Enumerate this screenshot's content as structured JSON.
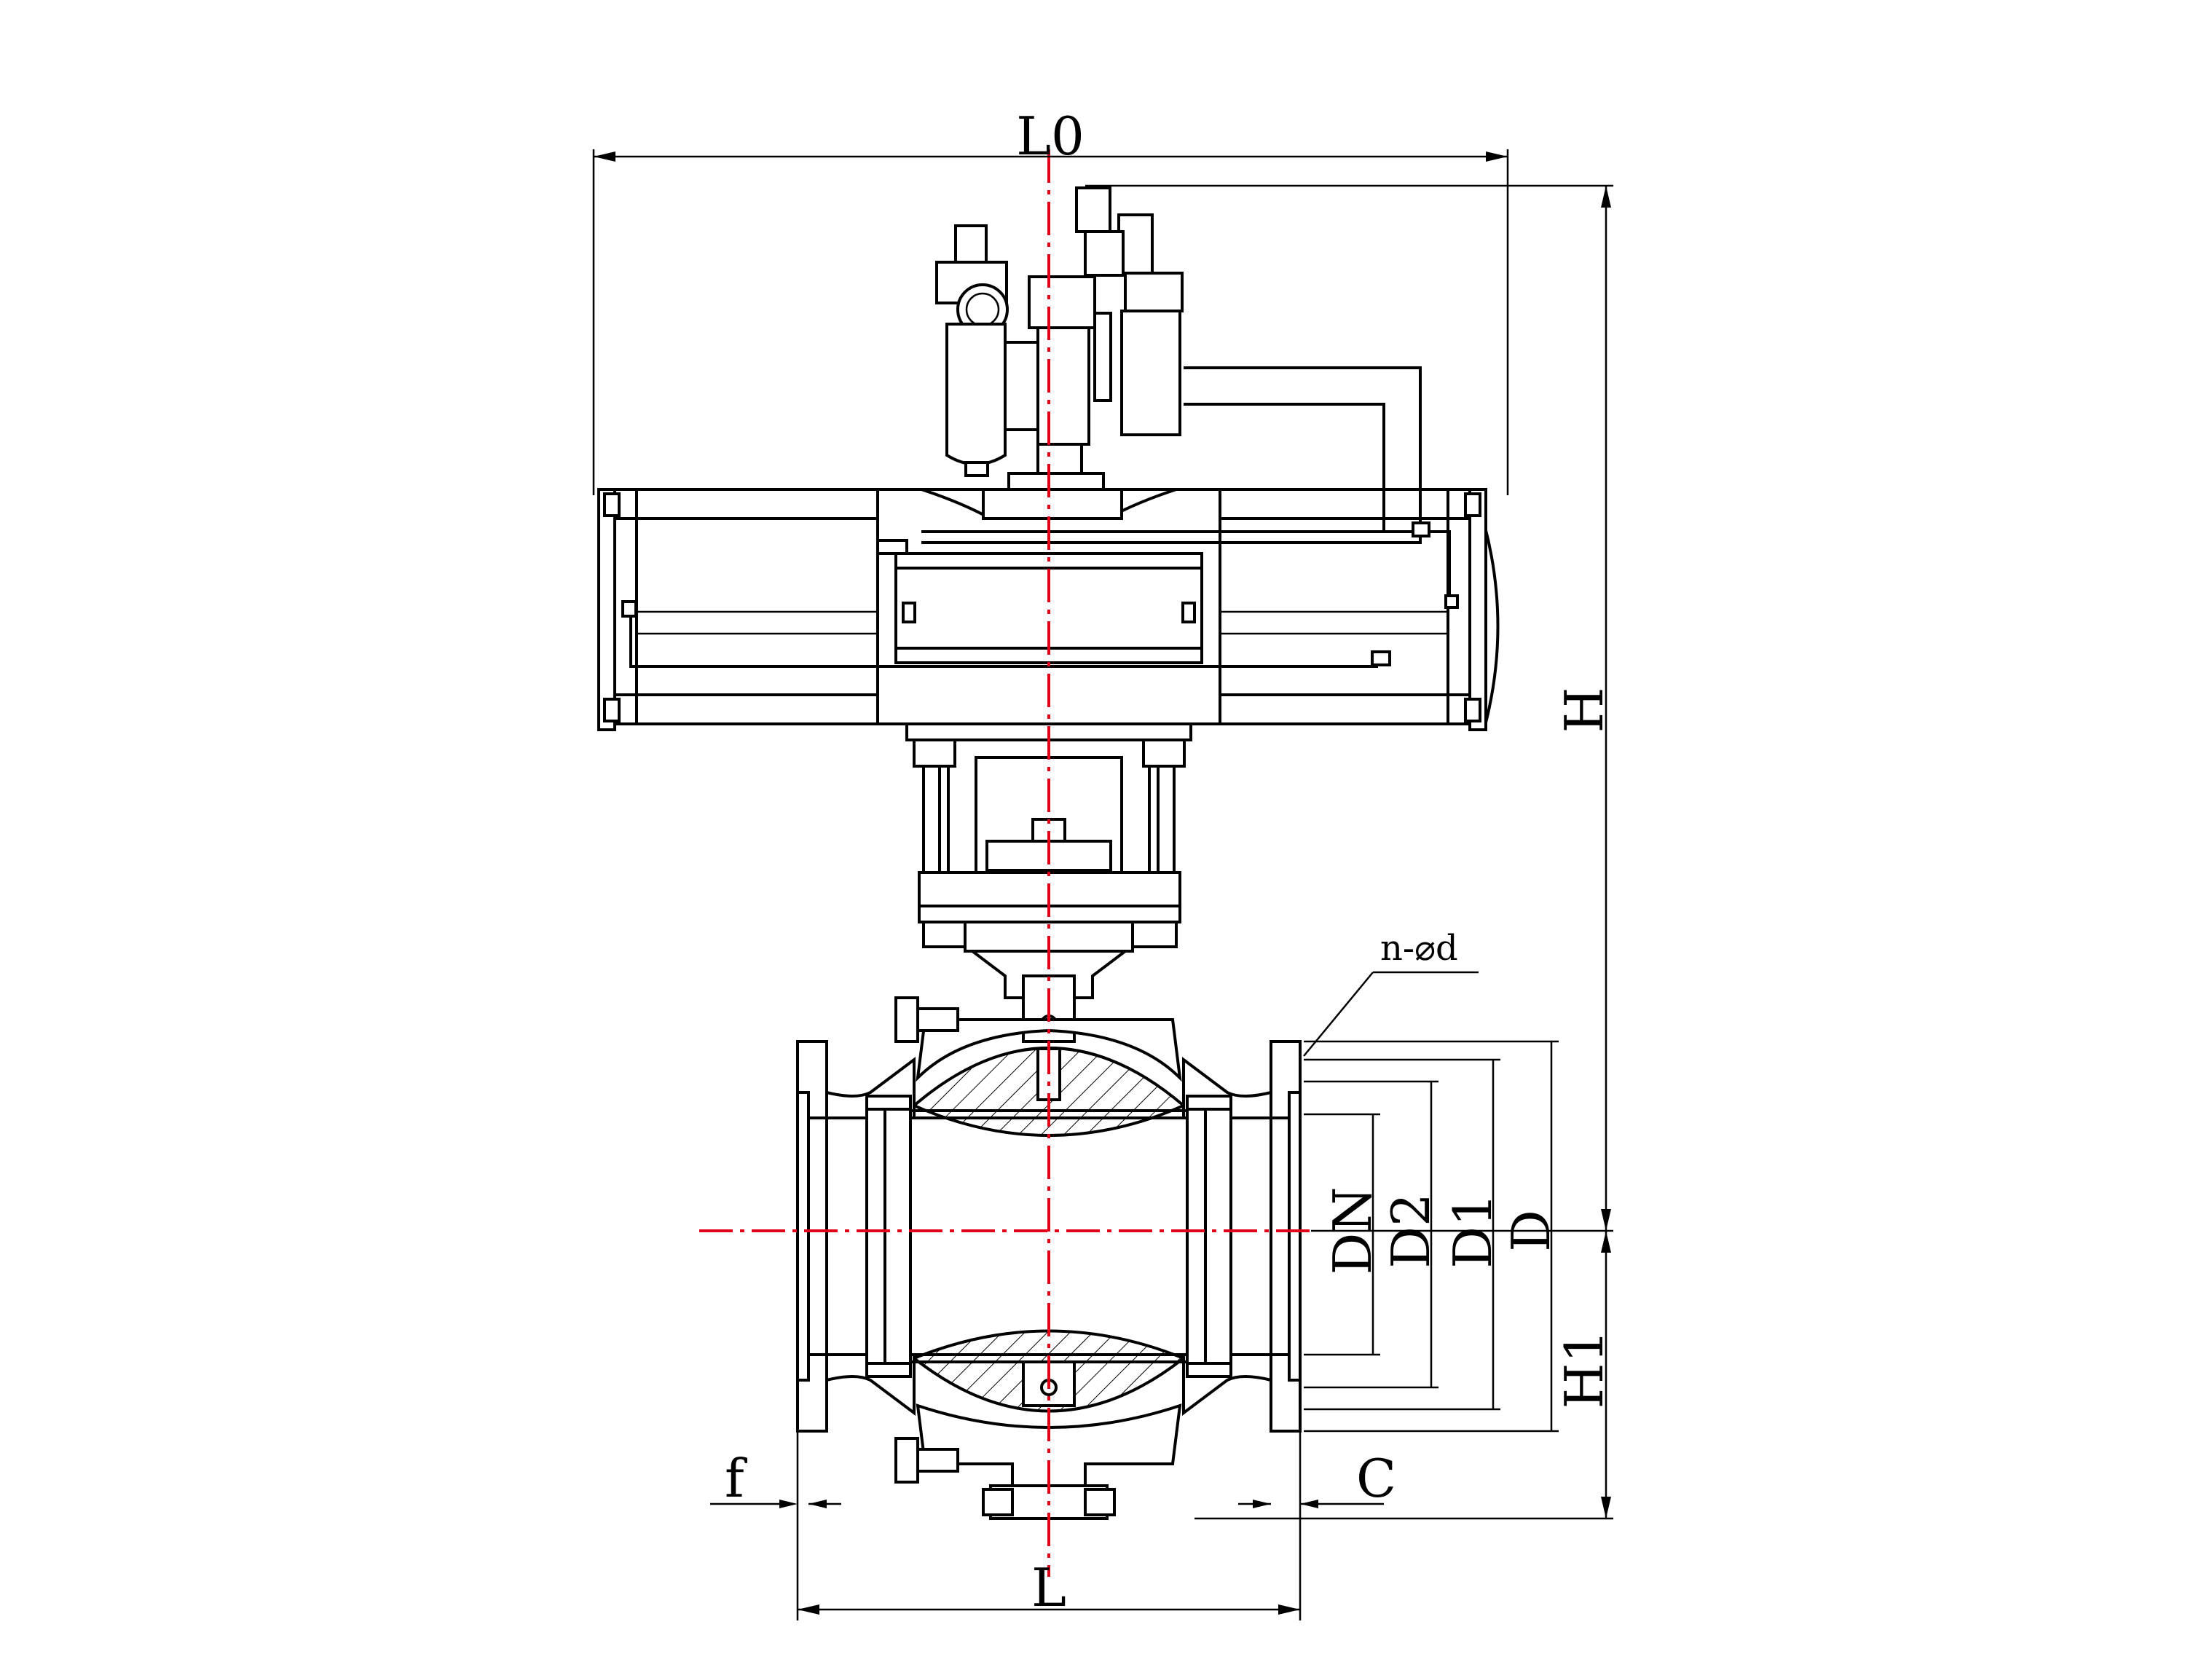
{
  "labels": {
    "overall_length": "L0",
    "face_to_face": "L",
    "total_height": "H",
    "center_height": "H1",
    "nominal_diameter": "DN",
    "raised_face_diameter": "D2",
    "bolt_circle_diameter": "D1",
    "flange_outer_diameter": "D",
    "bolt_holes": "n-⌀d",
    "raised_face_height": "f",
    "flange_thickness": "C"
  },
  "colors": {
    "outline": "#000000",
    "centerline": "#e3001b",
    "background": "#ffffff"
  }
}
